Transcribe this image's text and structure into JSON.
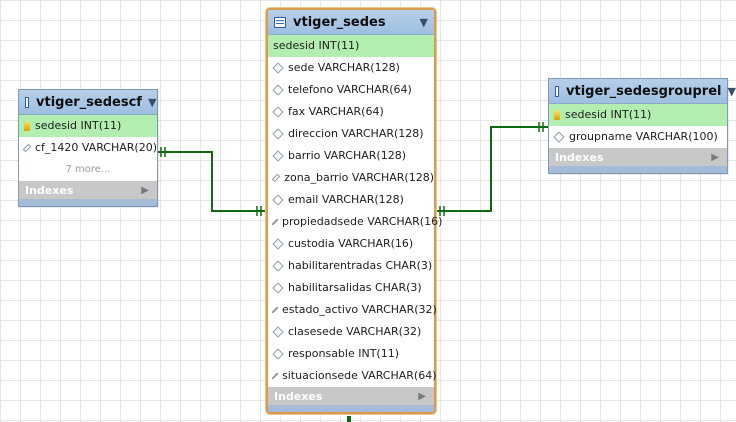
{
  "tables": {
    "sedescf": {
      "name": "vtiger_sedescf",
      "pk": "sedesid INT(11)",
      "columns": [
        "cf_1420 VARCHAR(20)"
      ],
      "more": "7 more...",
      "indexes": "Indexes"
    },
    "sedes": {
      "name": "vtiger_sedes",
      "pk": "sedesid INT(11)",
      "columns": [
        "sede VARCHAR(128)",
        "telefono VARCHAR(64)",
        "fax VARCHAR(64)",
        "direccion VARCHAR(128)",
        "barrio VARCHAR(128)",
        "zona_barrio VARCHAR(128)",
        "email VARCHAR(128)",
        "propiedadsede VARCHAR(16)",
        "custodia VARCHAR(16)",
        "habilitarentradas CHAR(3)",
        "habilitarsalidas CHAR(3)",
        "estado_activo VARCHAR(32)",
        "clasesede VARCHAR(32)",
        "responsable INT(11)",
        "situacionsede VARCHAR(64)"
      ],
      "indexes": "Indexes"
    },
    "sedesgrouprel": {
      "name": "vtiger_sedesgrouprel",
      "pk": "sedesid INT(11)",
      "columns": [
        "groupname VARCHAR(100)"
      ],
      "indexes": "Indexes"
    }
  },
  "colors": {
    "relationship": "#0f6b0f",
    "pk_row": "#b3eeb1",
    "header": "#9ebfe1",
    "selected_border": "#d99a4e"
  }
}
